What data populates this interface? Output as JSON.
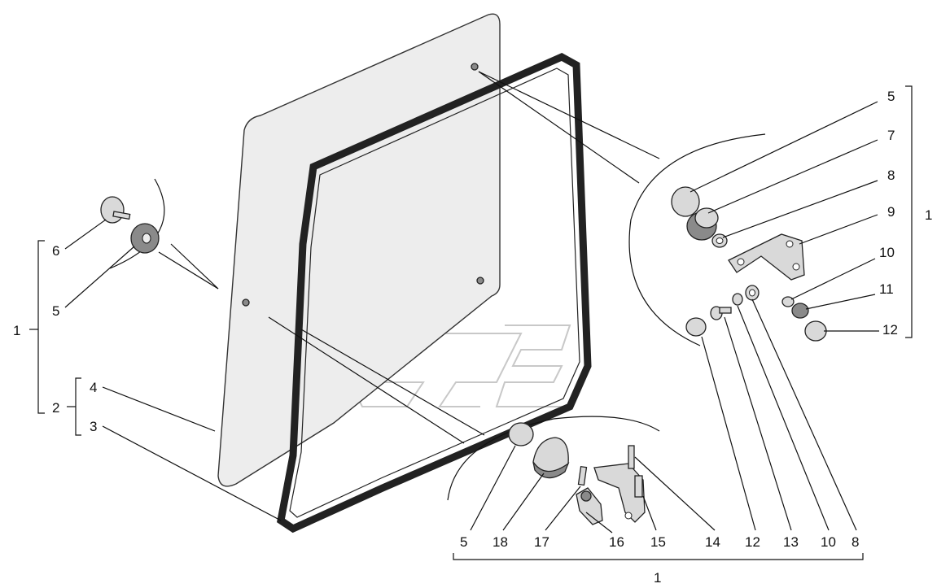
{
  "diagram": {
    "callouts": [
      {
        "id": "c5r",
        "text": "5"
      },
      {
        "id": "c7r",
        "text": "7"
      },
      {
        "id": "c8r",
        "text": "8"
      },
      {
        "id": "c9r",
        "text": "9"
      },
      {
        "id": "c1r",
        "text": "1"
      },
      {
        "id": "c10r",
        "text": "10"
      },
      {
        "id": "c11r",
        "text": "11"
      },
      {
        "id": "c12r",
        "text": "12"
      },
      {
        "id": "c6l",
        "text": "6"
      },
      {
        "id": "c5l",
        "text": "5"
      },
      {
        "id": "c1l",
        "text": "1"
      },
      {
        "id": "c4l",
        "text": "4"
      },
      {
        "id": "c2l",
        "text": "2"
      },
      {
        "id": "c3l",
        "text": "3"
      },
      {
        "id": "b5",
        "text": "5"
      },
      {
        "id": "b18",
        "text": "18"
      },
      {
        "id": "b17",
        "text": "17"
      },
      {
        "id": "b16",
        "text": "16"
      },
      {
        "id": "b15",
        "text": "15"
      },
      {
        "id": "b14",
        "text": "14"
      },
      {
        "id": "b12",
        "text": "12"
      },
      {
        "id": "b13",
        "text": "13"
      },
      {
        "id": "b10",
        "text": "10"
      },
      {
        "id": "b8",
        "text": "8"
      },
      {
        "id": "b1",
        "text": "1"
      }
    ]
  }
}
